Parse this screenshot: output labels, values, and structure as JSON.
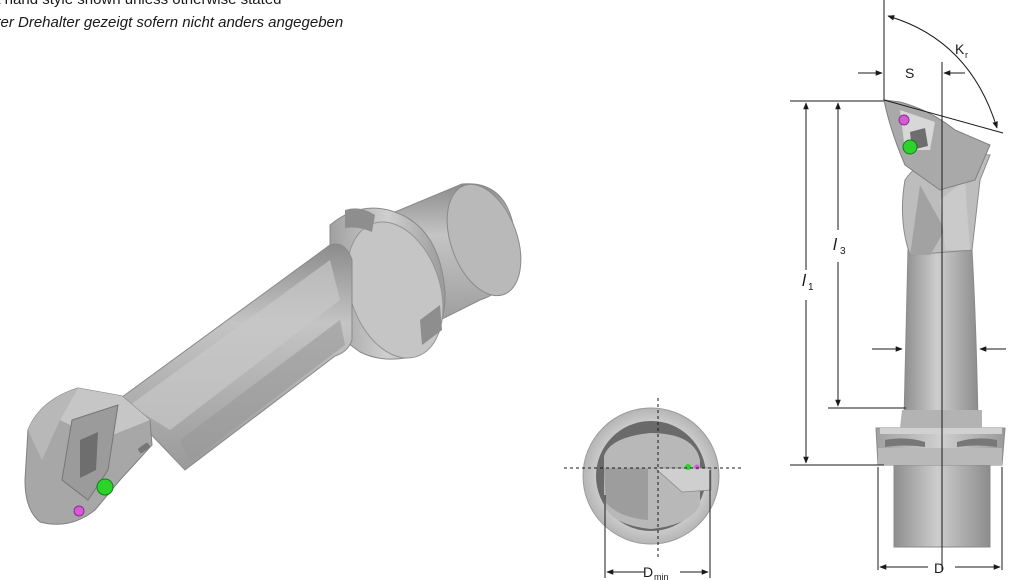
{
  "caption": {
    "line1": "ht hand style shown unless otherwise stated",
    "line2": "hter Drehalter gezeigt sofern nicht anders angegeben"
  },
  "labels": {
    "s": "S",
    "kr": "K",
    "kr_sub": "r",
    "l1": "l",
    "l1_sub": "1",
    "l3": "l",
    "l3_sub": "3",
    "d": "D",
    "dmin": "D",
    "dmin_sub": "min"
  },
  "colors": {
    "steel_light": "#bdbdbd",
    "steel_mid": "#a3a3a3",
    "steel_dark": "#7d7d7d",
    "screw_green": "#2bd32b",
    "screw_pink": "#d65ad6",
    "line": "#1a1a1a"
  }
}
